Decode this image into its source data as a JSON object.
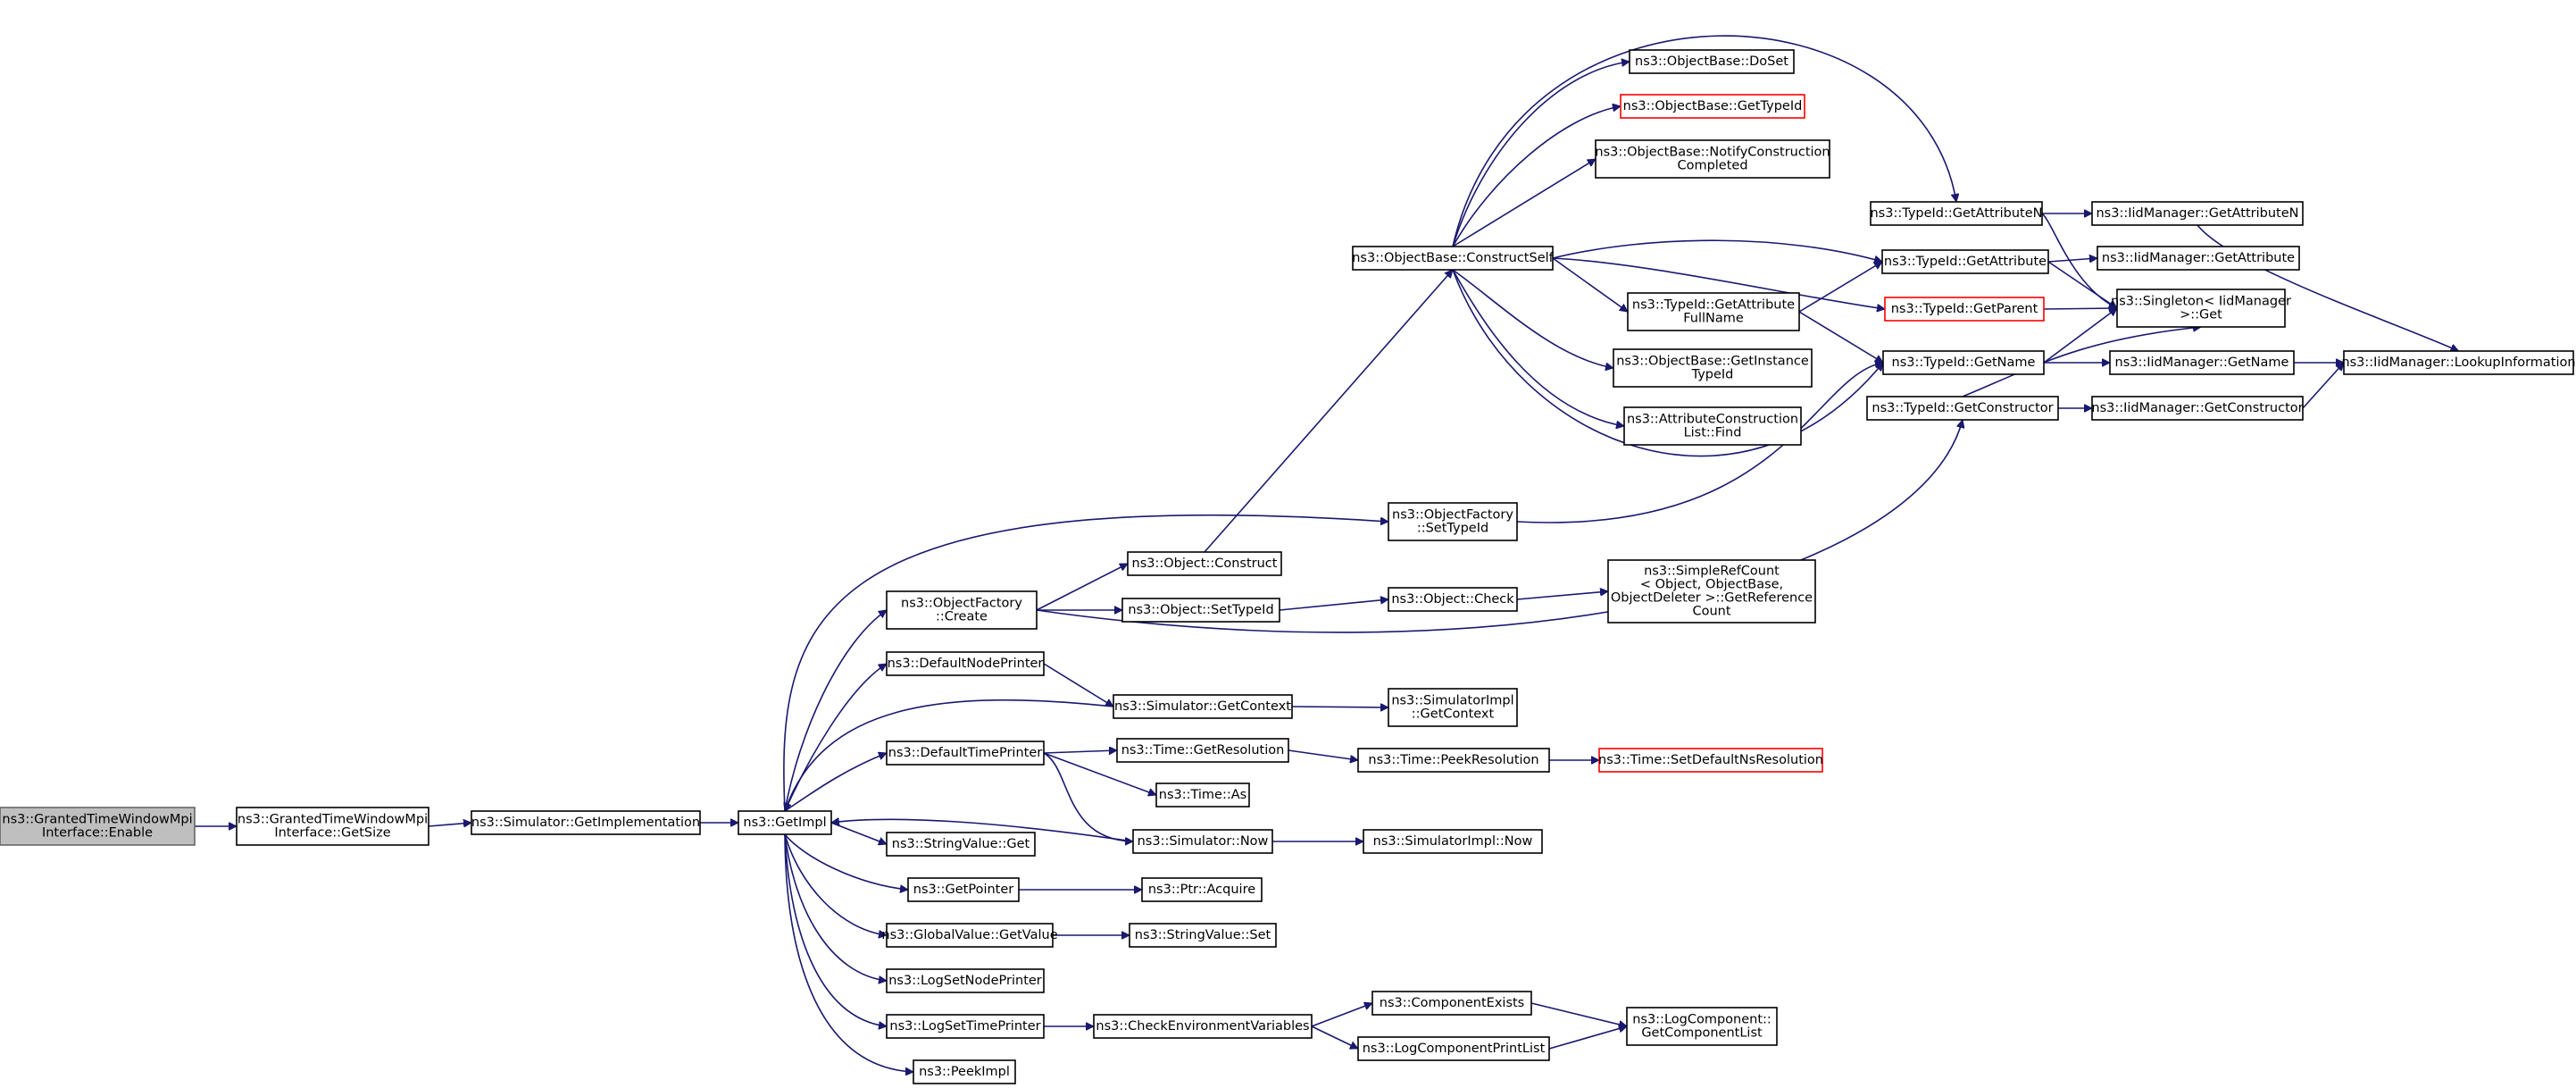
{
  "colors": {
    "edge": "#191970",
    "node_border": "#000000",
    "root_fill": "#bfbfbf",
    "external_border": "#ff0000"
  },
  "nodes": {
    "enable": {
      "lines": [
        "ns3::GrantedTimeWindowMpi",
        "Interface::Enable"
      ]
    },
    "getsize": {
      "lines": [
        "ns3::GrantedTimeWindowMpi",
        "Interface::GetSize"
      ]
    },
    "getimpl_sim": {
      "lines": [
        "ns3::Simulator::GetImplementation"
      ]
    },
    "getimpl": {
      "lines": [
        "ns3::GetImpl"
      ]
    },
    "of_create": {
      "lines": [
        "ns3::ObjectFactory",
        "::Create"
      ]
    },
    "defnodeprinter": {
      "lines": [
        "ns3::DefaultNodePrinter"
      ]
    },
    "deftimeprinter": {
      "lines": [
        "ns3::DefaultTimePrinter"
      ]
    },
    "sv_get": {
      "lines": [
        "ns3::StringValue::Get"
      ]
    },
    "getpointer": {
      "lines": [
        "ns3::GetPointer"
      ]
    },
    "gv_getvalue": {
      "lines": [
        "ns3::GlobalValue::GetValue"
      ]
    },
    "logsetnode": {
      "lines": [
        "ns3::LogSetNodePrinter"
      ]
    },
    "logsettime": {
      "lines": [
        "ns3::LogSetTimePrinter"
      ]
    },
    "peekimpl": {
      "lines": [
        "ns3::PeekImpl"
      ]
    },
    "obj_construct": {
      "lines": [
        "ns3::Object::Construct"
      ]
    },
    "obj_settypeid": {
      "lines": [
        "ns3::Object::SetTypeId"
      ]
    },
    "sim_getcontext": {
      "lines": [
        "ns3::Simulator::GetContext"
      ]
    },
    "time_getres": {
      "lines": [
        "ns3::Time::GetResolution"
      ]
    },
    "time_as": {
      "lines": [
        "ns3::Time::As"
      ]
    },
    "sim_now": {
      "lines": [
        "ns3::Simulator::Now"
      ]
    },
    "ptr_acquire": {
      "lines": [
        "ns3::Ptr::Acquire"
      ]
    },
    "sv_set": {
      "lines": [
        "ns3::StringValue::Set"
      ]
    },
    "checkenv": {
      "lines": [
        "ns3::CheckEnvironmentVariables"
      ]
    },
    "ob_constructself": {
      "lines": [
        "ns3::ObjectBase::ConstructSelf"
      ]
    },
    "of_settypeid": {
      "lines": [
        "ns3::ObjectFactory",
        "::SetTypeId"
      ]
    },
    "obj_check": {
      "lines": [
        "ns3::Object::Check"
      ]
    },
    "simimpl_getcontext": {
      "lines": [
        "ns3::SimulatorImpl",
        "::GetContext"
      ]
    },
    "time_peekres": {
      "lines": [
        "ns3::Time::PeekResolution"
      ]
    },
    "simimpl_now": {
      "lines": [
        "ns3::SimulatorImpl::Now"
      ]
    },
    "compexists": {
      "lines": [
        "ns3::ComponentExists"
      ]
    },
    "logcompprint": {
      "lines": [
        "ns3::LogComponentPrintList"
      ]
    },
    "ob_doset": {
      "lines": [
        "ns3::ObjectBase::DoSet"
      ]
    },
    "ob_gettypeid": {
      "lines": [
        "ns3::ObjectBase::GetTypeId"
      ]
    },
    "ob_notify": {
      "lines": [
        "ns3::ObjectBase::NotifyConstruction",
        "Completed"
      ]
    },
    "tid_getattrfull": {
      "lines": [
        "ns3::TypeId::GetAttribute",
        "FullName"
      ]
    },
    "ob_getinstance": {
      "lines": [
        "ns3::ObjectBase::GetInstance",
        "TypeId"
      ]
    },
    "acl_find": {
      "lines": [
        "ns3::AttributeConstruction",
        "List::Find"
      ]
    },
    "simplerefcount": {
      "lines": [
        "ns3::SimpleRefCount",
        "< Object, ObjectBase,",
        " ObjectDeleter >::GetReference",
        "Count"
      ]
    },
    "time_setdefault": {
      "lines": [
        "ns3::Time::SetDefaultNsResolution"
      ]
    },
    "logcomp_getlist": {
      "lines": [
        "ns3::LogComponent::",
        "GetComponentList"
      ]
    },
    "tid_getattrn": {
      "lines": [
        "ns3::TypeId::GetAttributeN"
      ]
    },
    "tid_getattr": {
      "lines": [
        "ns3::TypeId::GetAttribute"
      ]
    },
    "tid_getparent": {
      "lines": [
        "ns3::TypeId::GetParent"
      ]
    },
    "tid_getname": {
      "lines": [
        "ns3::TypeId::GetName"
      ]
    },
    "tid_getctor": {
      "lines": [
        "ns3::TypeId::GetConstructor"
      ]
    },
    "iid_getattrn": {
      "lines": [
        "ns3::IidManager::GetAttributeN"
      ]
    },
    "iid_getattr": {
      "lines": [
        "ns3::IidManager::GetAttribute"
      ]
    },
    "singleton_get": {
      "lines": [
        "ns3::Singleton< IidManager",
        " >::Get"
      ]
    },
    "iid_getname": {
      "lines": [
        "ns3::IidManager::GetName"
      ]
    },
    "iid_getctor": {
      "lines": [
        "ns3::IidManager::GetConstructor"
      ]
    },
    "iid_lookup": {
      "lines": [
        "ns3::IidManager::LookupInformation"
      ]
    }
  }
}
